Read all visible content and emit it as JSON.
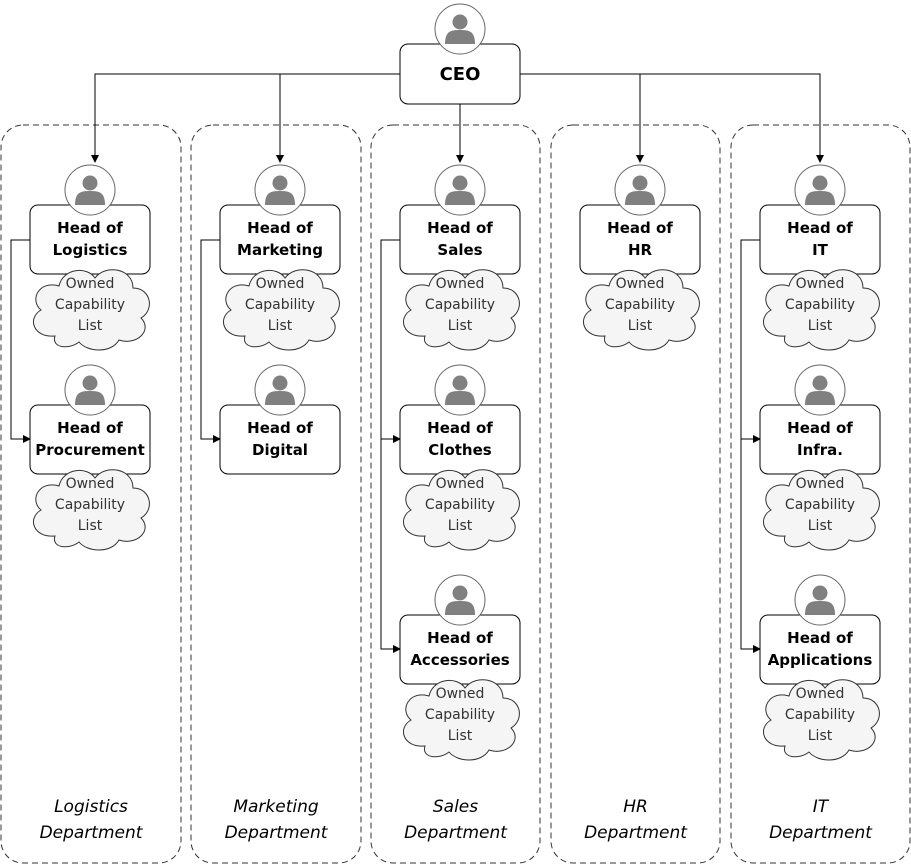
{
  "ceo": {
    "label": "CEO"
  },
  "cloud_lines": [
    "Owned",
    "Capability",
    "List"
  ],
  "departments": [
    {
      "id": "logistics",
      "label_lines": [
        "Logistics",
        "Department"
      ]
    },
    {
      "id": "marketing",
      "label_lines": [
        "Marketing",
        "Department"
      ]
    },
    {
      "id": "sales",
      "label_lines": [
        "Sales",
        "Department"
      ]
    },
    {
      "id": "hr",
      "label_lines": [
        "HR",
        "Department"
      ]
    },
    {
      "id": "it",
      "label_lines": [
        "IT",
        "Department"
      ]
    }
  ],
  "heads": [
    {
      "id": "logistics",
      "lines": [
        "Head of",
        "Logistics"
      ],
      "has_cloud": true
    },
    {
      "id": "procurement",
      "lines": [
        "Head of",
        "Procurement"
      ],
      "has_cloud": true
    },
    {
      "id": "marketing",
      "lines": [
        "Head of",
        "Marketing"
      ],
      "has_cloud": true
    },
    {
      "id": "digital",
      "lines": [
        "Head of",
        "Digital"
      ],
      "has_cloud": false
    },
    {
      "id": "sales",
      "lines": [
        "Head of",
        "Sales"
      ],
      "has_cloud": true
    },
    {
      "id": "clothes",
      "lines": [
        "Head of",
        "Clothes"
      ],
      "has_cloud": true
    },
    {
      "id": "accessories",
      "lines": [
        "Head of",
        "Accessories"
      ],
      "has_cloud": true
    },
    {
      "id": "hr",
      "lines": [
        "Head of",
        "HR"
      ],
      "has_cloud": true
    },
    {
      "id": "it",
      "lines": [
        "Head of",
        "IT"
      ],
      "has_cloud": true
    },
    {
      "id": "infra",
      "lines": [
        "Head of",
        "Infra."
      ],
      "has_cloud": true
    },
    {
      "id": "applications",
      "lines": [
        "Head of",
        "Applications"
      ],
      "has_cloud": true
    }
  ],
  "icons": {
    "person": "person-avatar-icon",
    "cloud": "cloud-shape",
    "arrow": "arrowhead-icon"
  },
  "colors": {
    "avatar": "#808080",
    "cloud_fill": "#f5f5f5",
    "border": "#000000"
  }
}
